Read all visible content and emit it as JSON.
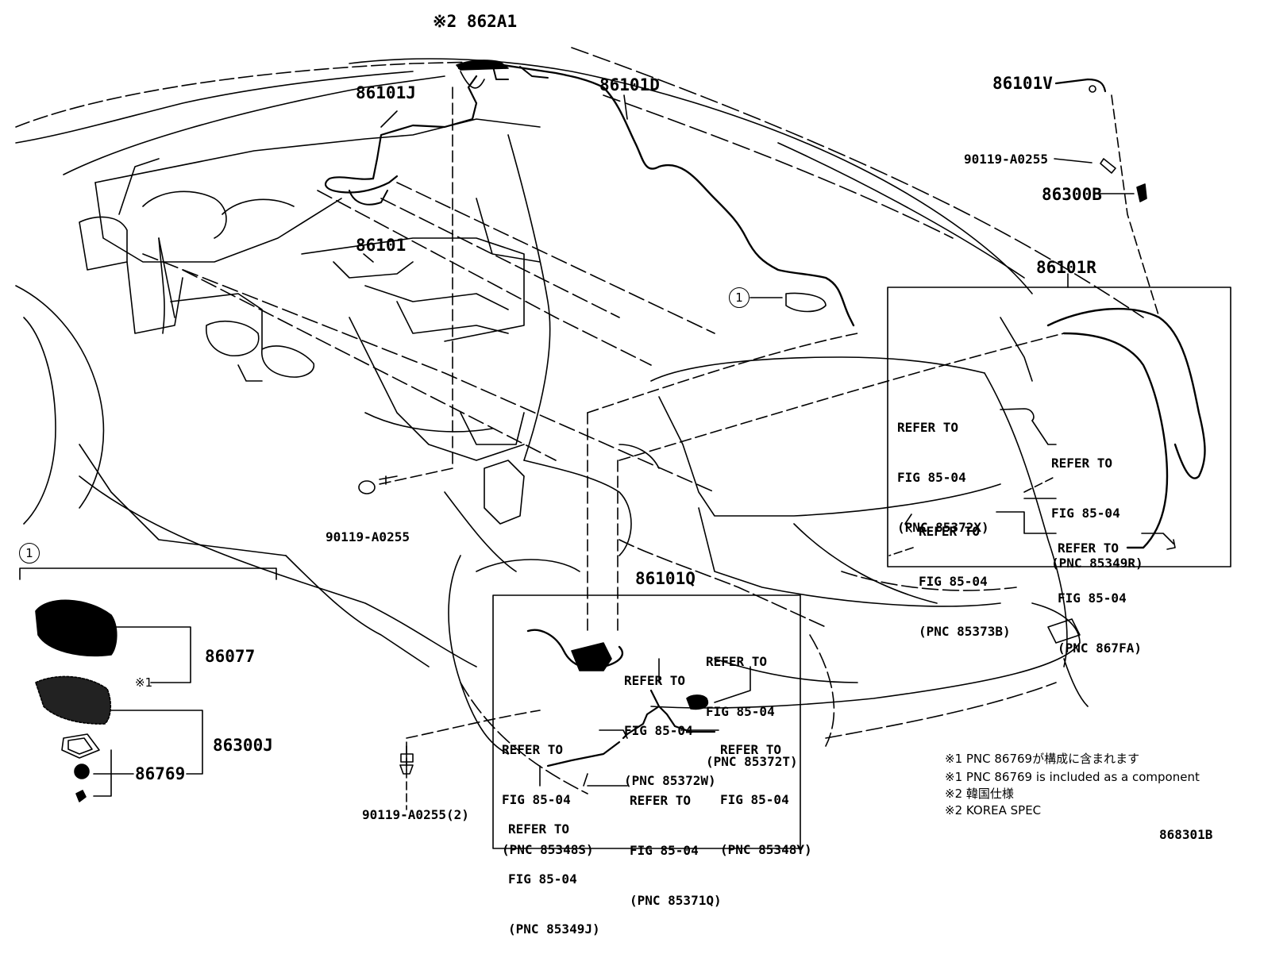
{
  "labels": {
    "part_862A1": "※2 862A1",
    "part_86101J": "86101J",
    "part_86101D": "86101D",
    "part_86101V": "86101V",
    "part_90119_top": "90119-A0255",
    "part_86300B": "86300B",
    "part_86101": "86101",
    "part_86101R": "86101R",
    "part_90119_mid": "90119-A0255",
    "part_86101Q": "86101Q",
    "part_86077": "86077",
    "part_86300J": "86300J",
    "part_86769": "86769",
    "part_90119_bottom": "90119-A0255(2)",
    "mark_1": "※1"
  },
  "callouts": {
    "circle_1_upper": "1",
    "circle_1_lower": "1"
  },
  "refs": {
    "r85372X": [
      "REFER TO",
      "FIG 85-04",
      "(PNC 85372X)"
    ],
    "r85349R": [
      "REFER TO",
      "FIG 85-04",
      "(PNC 85349R)"
    ],
    "r85373B": [
      "REFER TO",
      "FIG 85-04",
      "(PNC 85373B)"
    ],
    "r867FA": [
      "REFER TO",
      "FIG 85-04",
      "(PNC 867FA)"
    ],
    "r85372W": [
      "REFER TO",
      "FIG 85-04",
      "(PNC 85372W)"
    ],
    "r85372T": [
      "REFER TO",
      "FIG 85-04",
      "(PNC 85372T)"
    ],
    "r85348S": [
      "REFER TO",
      "FIG 85-04",
      "(PNC 85348S)"
    ],
    "r85348Y": [
      "REFER TO",
      "FIG 85-04",
      "(PNC 85348Y)"
    ],
    "r85371Q": [
      "REFER TO",
      "FIG 85-04",
      "(PNC 85371Q)"
    ],
    "r85349J": [
      "REFER TO",
      "FIG 85-04",
      "(PNC 85349J)"
    ]
  },
  "notes": {
    "n1_jp": "※1 PNC 86769が構成に含まれます",
    "n1_en": "※1 PNC 86769 is included as a component",
    "n2_jp": "※2 韓国仕様",
    "n2_en": "※2 KOREA SPEC"
  },
  "figure_number": "868301B",
  "colors": {
    "line": "#000000",
    "background": "#ffffff"
  }
}
